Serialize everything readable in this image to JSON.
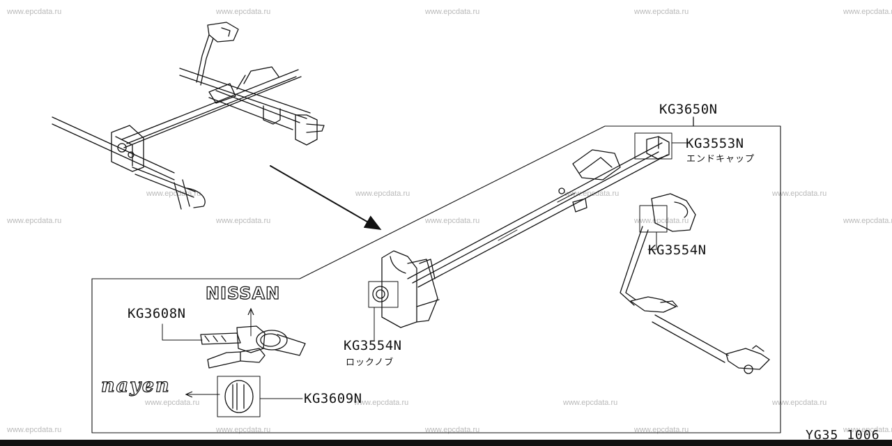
{
  "watermark": "www.epcdata.ru",
  "labels": {
    "kg3650n": "KG3650N",
    "kg3553n": "KG3553N",
    "kg3553n_jp": "エンドキャップ",
    "kg3554n_right": "KG3554N",
    "kg3554n_left": "KG3554N",
    "kg3554n_jp": "ロックノブ",
    "kg3608n": "KG3608N",
    "kg3609n": "KG3609N"
  },
  "brand_nissan": "NISSAN",
  "brand_nayen": "nayen",
  "diagram_code": "YG35 1006"
}
